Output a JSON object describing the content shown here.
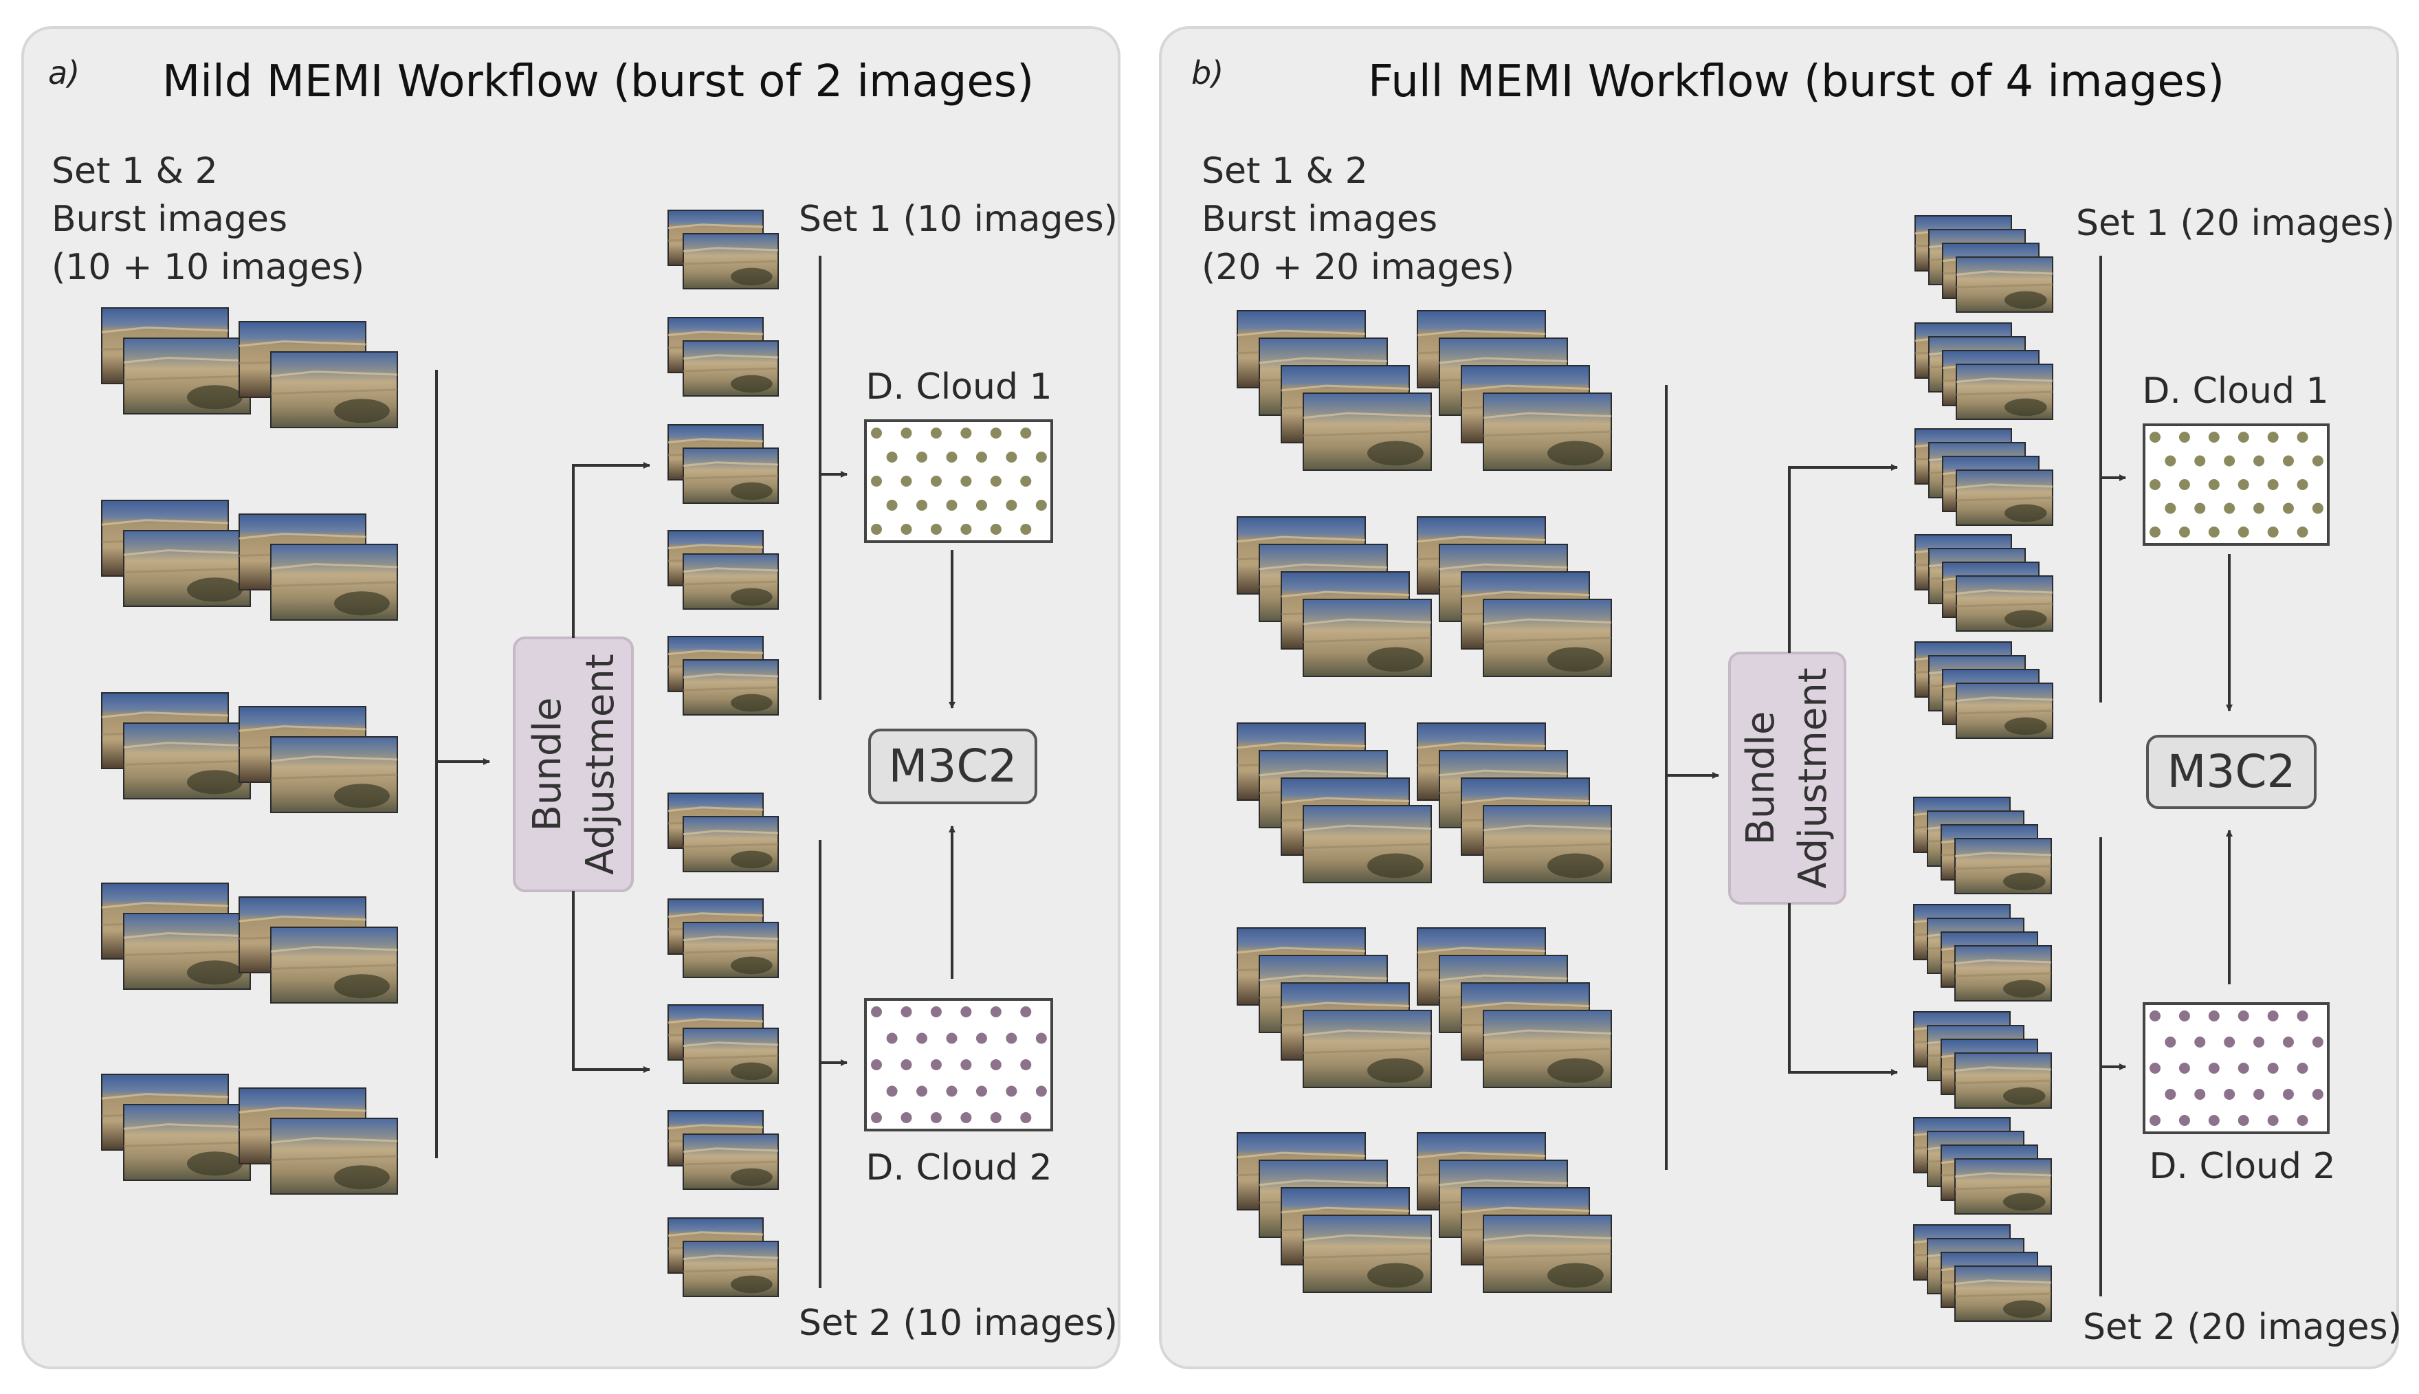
{
  "colors": {
    "panel_bg": "#ededed",
    "panel_border": "#d7d7d7",
    "bundle_box": "#ddd3de",
    "bundle_border": "#c5b9c6",
    "m3c2_box": "#e1e1e1",
    "cloud1_dot": "#8a8a5e",
    "cloud2_dot": "#8c728a",
    "photo_sky": "#45639a",
    "photo_cliff": "#b39b78",
    "photo_ground": "#5a4a38"
  },
  "panels": [
    {
      "letter": "a)",
      "title": "Mild MEMI Workflow (burst of 2 images)",
      "input_label": [
        "Set 1 & 2",
        "Burst images",
        "(10 + 10 images)"
      ],
      "bundle_label": [
        "Bundle",
        "Adjustment"
      ],
      "set1_label": "Set 1 (10 images)",
      "set2_label": "Set 2 (10 images)",
      "cloud1_label": "D. Cloud 1",
      "cloud2_label": "D. Cloud 2",
      "m3c2_label": "M3C2",
      "input_rows": 5,
      "burst_size": 2,
      "set_groups": 5
    },
    {
      "letter": "b)",
      "title": "Full MEMI Workflow (burst of 4 images)",
      "input_label": [
        "Set 1 & 2",
        "Burst images",
        "(20 + 20 images)"
      ],
      "bundle_label": [
        "Bundle",
        "Adjustment"
      ],
      "set1_label": "Set 1 (20 images)",
      "set2_label": "Set 2 (20 images)",
      "cloud1_label": "D. Cloud 1",
      "cloud2_label": "D. Cloud 2",
      "m3c2_label": "M3C2",
      "input_rows": 5,
      "burst_size": 4,
      "set_groups": 5
    }
  ]
}
